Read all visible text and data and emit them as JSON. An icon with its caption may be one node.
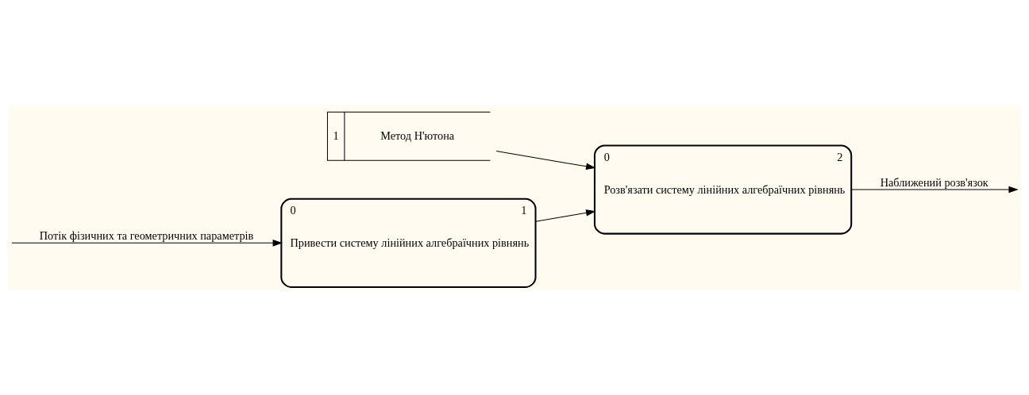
{
  "diagram": {
    "nodes": [
      {
        "text": [
          "1",
          "Метод Н'ютона"
        ]
      },
      {
        "text": [
          "0",
          "1",
          "Привести систему лінійних алгебраїчних рівнянь"
        ]
      },
      {
        "text": [
          "0",
          "2",
          "Розв'язати систему лінійних алгебраїчних рівнянь"
        ]
      }
    ],
    "edges": [
      {
        "from": null,
        "to": 1,
        "arrow": "to",
        "label": "Потік фізичних та геометричних параметрів"
      },
      {
        "from": 1,
        "to": 2,
        "arrow": "to"
      },
      {
        "from": 0,
        "to": 2,
        "arrow": "to"
      },
      {
        "from": 2,
        "to": null,
        "arrow": "to",
        "label": "Наближений розв'язок"
      }
    ]
  }
}
